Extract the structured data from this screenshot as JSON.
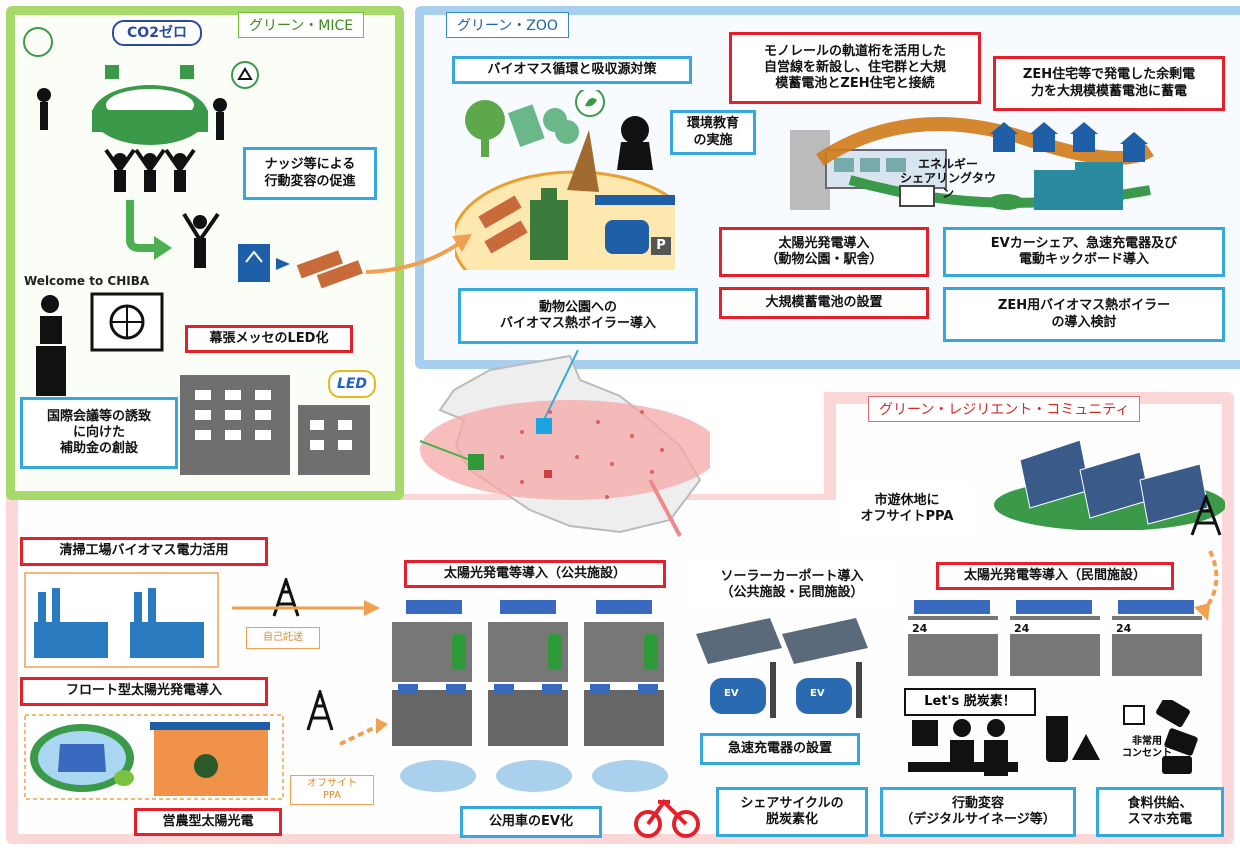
{
  "zones": {
    "mice": "グリーン・MICE",
    "zoo": "グリーン・ZOO",
    "community": "グリーン・レジリエント・コミュニティ"
  },
  "icons": {
    "co2_badge": "CO2ゼロ",
    "welcome_sign": "Welcome to CHIBA",
    "led_badge": "LED",
    "energy_town": "エネルギー\nシェアリングタウン",
    "lets_decarb": "Let's 脱炭素！",
    "emergency_outlet": "非常用\nコンセント",
    "ev1": "EV",
    "ev2": "EV",
    "store_num": "24",
    "parking": "P"
  },
  "labels": {
    "nudge": "ナッジ等による\n行動変容の促進",
    "led": "幕張メッセのLED化",
    "conference": "国際会議等の誘致\nに向けた\n補助金の創設",
    "biomass_cycle": "バイオマス循環と吸収源対策",
    "env_edu": "環境教育\nの実施",
    "monorail": "モノレールの軌道桁を活用した\n自営線を新設し、住宅群と大規\n模蓄電池とZEH住宅と接続",
    "zeh_surplus": "ZEH住宅等で発電した余剰電\n力を大規模模蓄電池に蓄電",
    "zoo_boiler": "動物公園への\nバイオマス熱ボイラー導入",
    "solar_zoo": "太陽光発電導入\n（動物公園・駅舎）",
    "battery": "大規模蓄電池の設置",
    "ev_share": "EVカーシェア、急速充電器及び\n電動キックボード導入",
    "zeh_boiler": "ZEH用バイオマス熱ボイラー\nの導入検討",
    "idle_land": "市遊休地に\nオフサイトPPA",
    "cleaning_plant": "清掃工場バイオマス電力活用",
    "self_wheeling": "自己託送",
    "solar_public": "太陽光発電等導入（公共施設）",
    "solar_carport": "ソーラーカーポート導入\n（公共施設・民間施設）",
    "solar_private": "太陽光発電等導入（民間施設）",
    "float_solar": "フロート型太陽光発電導入",
    "offsite_ppa": "オフサイト\nPPA",
    "agri_solar": "営農型太陽光電",
    "public_ev": "公用車のEV化",
    "quick_charger": "急速充電器の設置",
    "share_cycle": "シェアサイクルの\n脱炭素化",
    "behavior": "行動変容\n（デジタルサイネージ等）",
    "food": "食料供給、\nスマホ充電"
  },
  "colors": {
    "mice_green": "#a6d86b",
    "zoo_blue": "#a9cff0",
    "community_pink": "#fbd7d7",
    "blue_border": "#35a8df",
    "red_border": "#e5202a",
    "orange_arrow": "#f0a050"
  }
}
